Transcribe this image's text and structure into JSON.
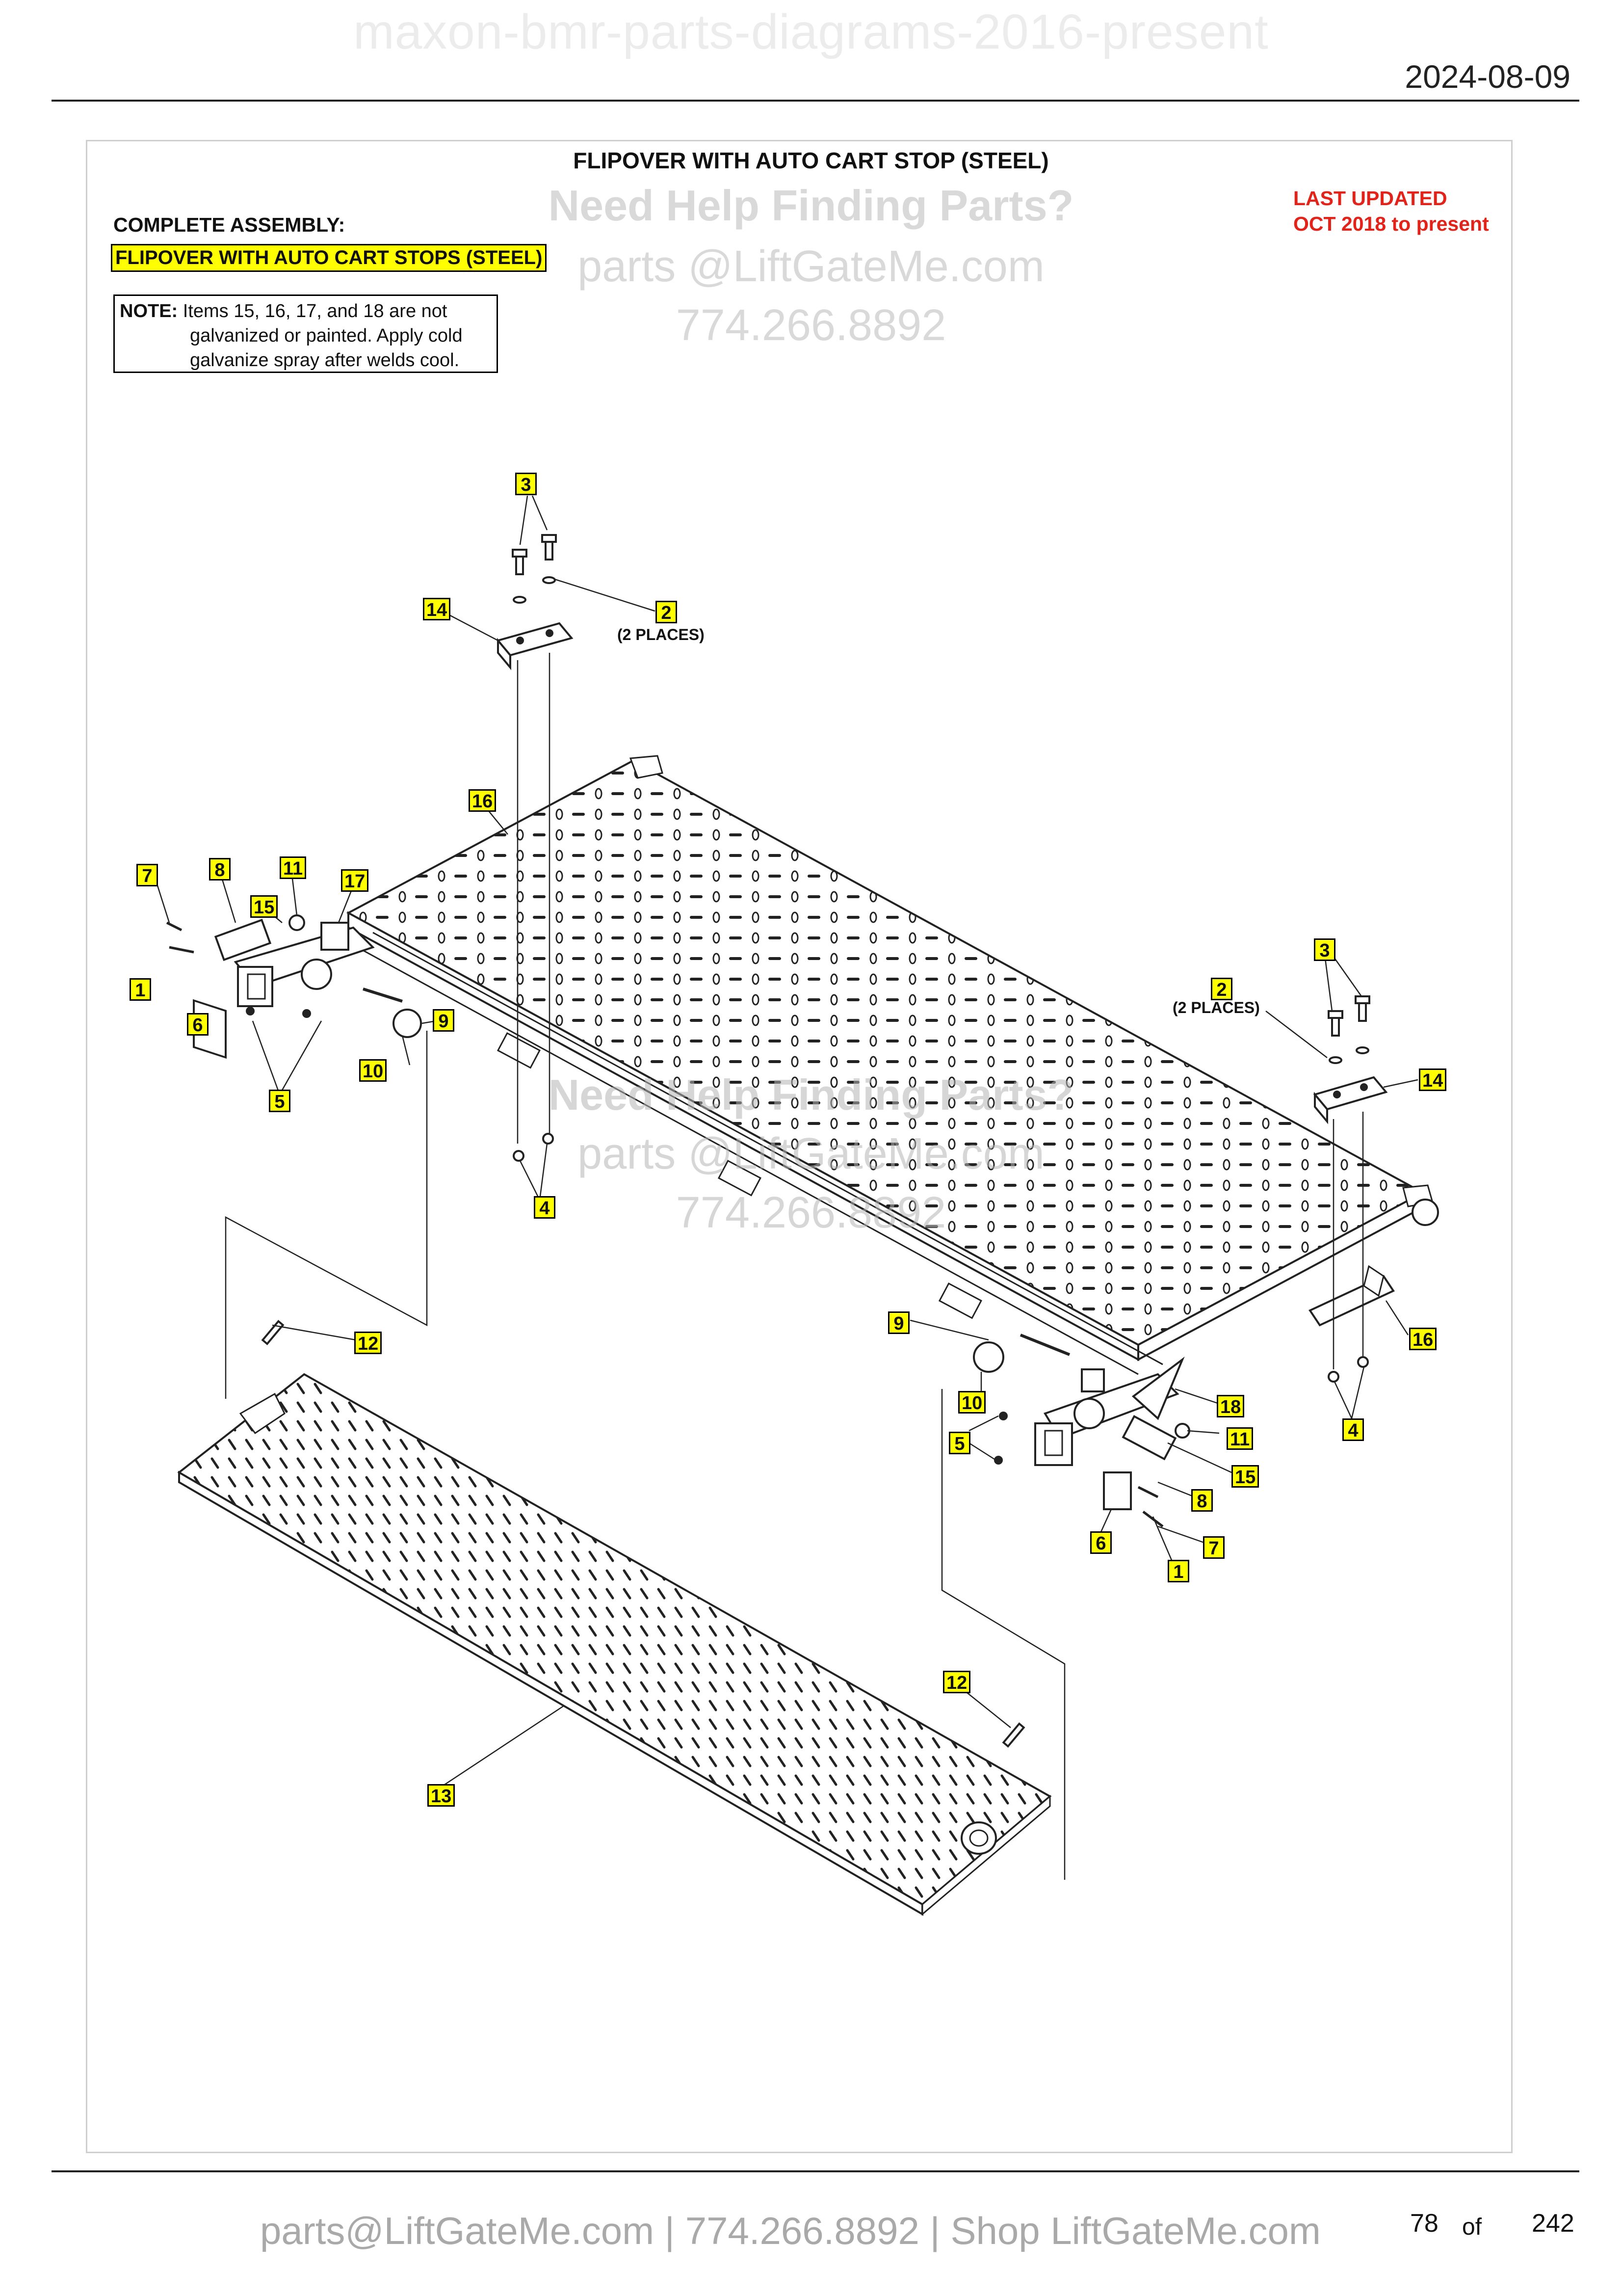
{
  "header": {
    "watermark": "maxon-bmr-parts-diagrams-2016-present",
    "date": "2024-08-09"
  },
  "diagram": {
    "title": "FLIPOVER WITH AUTO CART STOP (STEEL)",
    "help_line1": "Need Help Finding Parts?",
    "help_line2": "parts @LiftGateMe.com",
    "help_line3": "774.266.8892",
    "last_updated_line1": "LAST UPDATED",
    "last_updated_line2": "OCT 2018 to present",
    "assembly_label": "COMPLETE ASSEMBLY:",
    "assembly_name": "FLIPOVER WITH AUTO CART STOPS (STEEL)",
    "note_label": "NOTE:",
    "note_line1": "Items 15, 16, 17, and 18 are not",
    "note_line2": "galvanized or painted. Apply cold",
    "note_line3": "galvanize spray after welds cool.",
    "places_text": "(2 PLACES)",
    "callouts": [
      "1",
      "2",
      "3",
      "4",
      "5",
      "6",
      "7",
      "8",
      "9",
      "10",
      "11",
      "12",
      "13",
      "14",
      "15",
      "16",
      "17",
      "18"
    ]
  },
  "footer": {
    "contact": "parts@LiftGateMe.com | 774.266.8892 | Shop LiftGateMe.com",
    "page_current": "78",
    "page_of": "of",
    "page_total": "242"
  },
  "colors": {
    "callout_fill": "#ffff00",
    "updated_red": "#e2231a",
    "watermark_grey": "#d9d9d9"
  }
}
